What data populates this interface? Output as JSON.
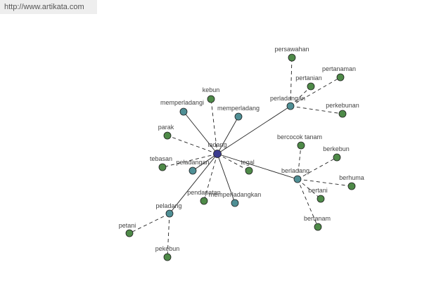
{
  "source": {
    "url": "http://www.artikata.com"
  },
  "colors": {
    "root": "#3b3b8f",
    "hub": "#4f8f95",
    "leaf": "#4e8a48",
    "outline": "#1f1f1f",
    "edge": "#222222"
  },
  "nodes": [
    {
      "id": "ladang",
      "label": "ladang",
      "kind": "root"
    },
    {
      "id": "perladangan",
      "label": "perladangan",
      "kind": "hub"
    },
    {
      "id": "berladang",
      "label": "berladang",
      "kind": "hub"
    },
    {
      "id": "peladang",
      "label": "peladang",
      "kind": "hub"
    },
    {
      "id": "memperladangi",
      "label": "memperladangi",
      "kind": "hub"
    },
    {
      "id": "memperladang",
      "label": "memperladang",
      "kind": "hub"
    },
    {
      "id": "peladangan",
      "label": "peladangan",
      "kind": "hub"
    },
    {
      "id": "memperladangkan",
      "label": "memperladangkan",
      "kind": "hub"
    },
    {
      "id": "kebun",
      "label": "kebun",
      "kind": "leaf"
    },
    {
      "id": "parak",
      "label": "parak",
      "kind": "leaf"
    },
    {
      "id": "tebasan",
      "label": "tebasan",
      "kind": "leaf"
    },
    {
      "id": "tegal",
      "label": "tegal",
      "kind": "leaf"
    },
    {
      "id": "pendapatan",
      "label": "pendapatan",
      "kind": "leaf"
    },
    {
      "id": "persawahan",
      "label": "persawahan",
      "kind": "leaf"
    },
    {
      "id": "pertanian",
      "label": "pertanian",
      "kind": "leaf"
    },
    {
      "id": "pertanaman",
      "label": "pertanaman",
      "kind": "leaf"
    },
    {
      "id": "perkebunan",
      "label": "perkebunan",
      "kind": "leaf"
    },
    {
      "id": "bercocok-tanam",
      "label": "bercocok tanam",
      "kind": "leaf"
    },
    {
      "id": "berkebun",
      "label": "berkebun",
      "kind": "leaf"
    },
    {
      "id": "berhuma",
      "label": "berhuma",
      "kind": "leaf"
    },
    {
      "id": "bertani",
      "label": "bertani",
      "kind": "leaf"
    },
    {
      "id": "bertanam",
      "label": "bertanam",
      "kind": "leaf"
    },
    {
      "id": "petani",
      "label": "petani",
      "kind": "leaf"
    },
    {
      "id": "pekebun",
      "label": "pekebun",
      "kind": "leaf"
    }
  ],
  "edges": [
    {
      "from": "ladang",
      "to": "perladangan",
      "style": "solid"
    },
    {
      "from": "ladang",
      "to": "berladang",
      "style": "solid"
    },
    {
      "from": "ladang",
      "to": "peladang",
      "style": "solid"
    },
    {
      "from": "ladang",
      "to": "memperladangi",
      "style": "solid"
    },
    {
      "from": "ladang",
      "to": "memperladang",
      "style": "solid"
    },
    {
      "from": "ladang",
      "to": "peladangan",
      "style": "solid"
    },
    {
      "from": "ladang",
      "to": "memperladangkan",
      "style": "solid"
    },
    {
      "from": "ladang",
      "to": "kebun",
      "style": "dashed"
    },
    {
      "from": "ladang",
      "to": "parak",
      "style": "dashed"
    },
    {
      "from": "ladang",
      "to": "tebasan",
      "style": "dashed"
    },
    {
      "from": "ladang",
      "to": "tegal",
      "style": "dashed"
    },
    {
      "from": "ladang",
      "to": "pendapatan",
      "style": "dashed"
    },
    {
      "from": "perladangan",
      "to": "persawahan",
      "style": "dashed"
    },
    {
      "from": "perladangan",
      "to": "pertanian",
      "style": "dashed"
    },
    {
      "from": "perladangan",
      "to": "pertanaman",
      "style": "dashed"
    },
    {
      "from": "perladangan",
      "to": "perkebunan",
      "style": "dashed"
    },
    {
      "from": "berladang",
      "to": "bercocok-tanam",
      "style": "dashed"
    },
    {
      "from": "berladang",
      "to": "berkebun",
      "style": "dashed"
    },
    {
      "from": "berladang",
      "to": "berhuma",
      "style": "dashed"
    },
    {
      "from": "berladang",
      "to": "bertani",
      "style": "dashed"
    },
    {
      "from": "berladang",
      "to": "bertanam",
      "style": "dashed"
    },
    {
      "from": "peladang",
      "to": "petani",
      "style": "dashed"
    },
    {
      "from": "peladang",
      "to": "pekebun",
      "style": "dashed"
    }
  ]
}
